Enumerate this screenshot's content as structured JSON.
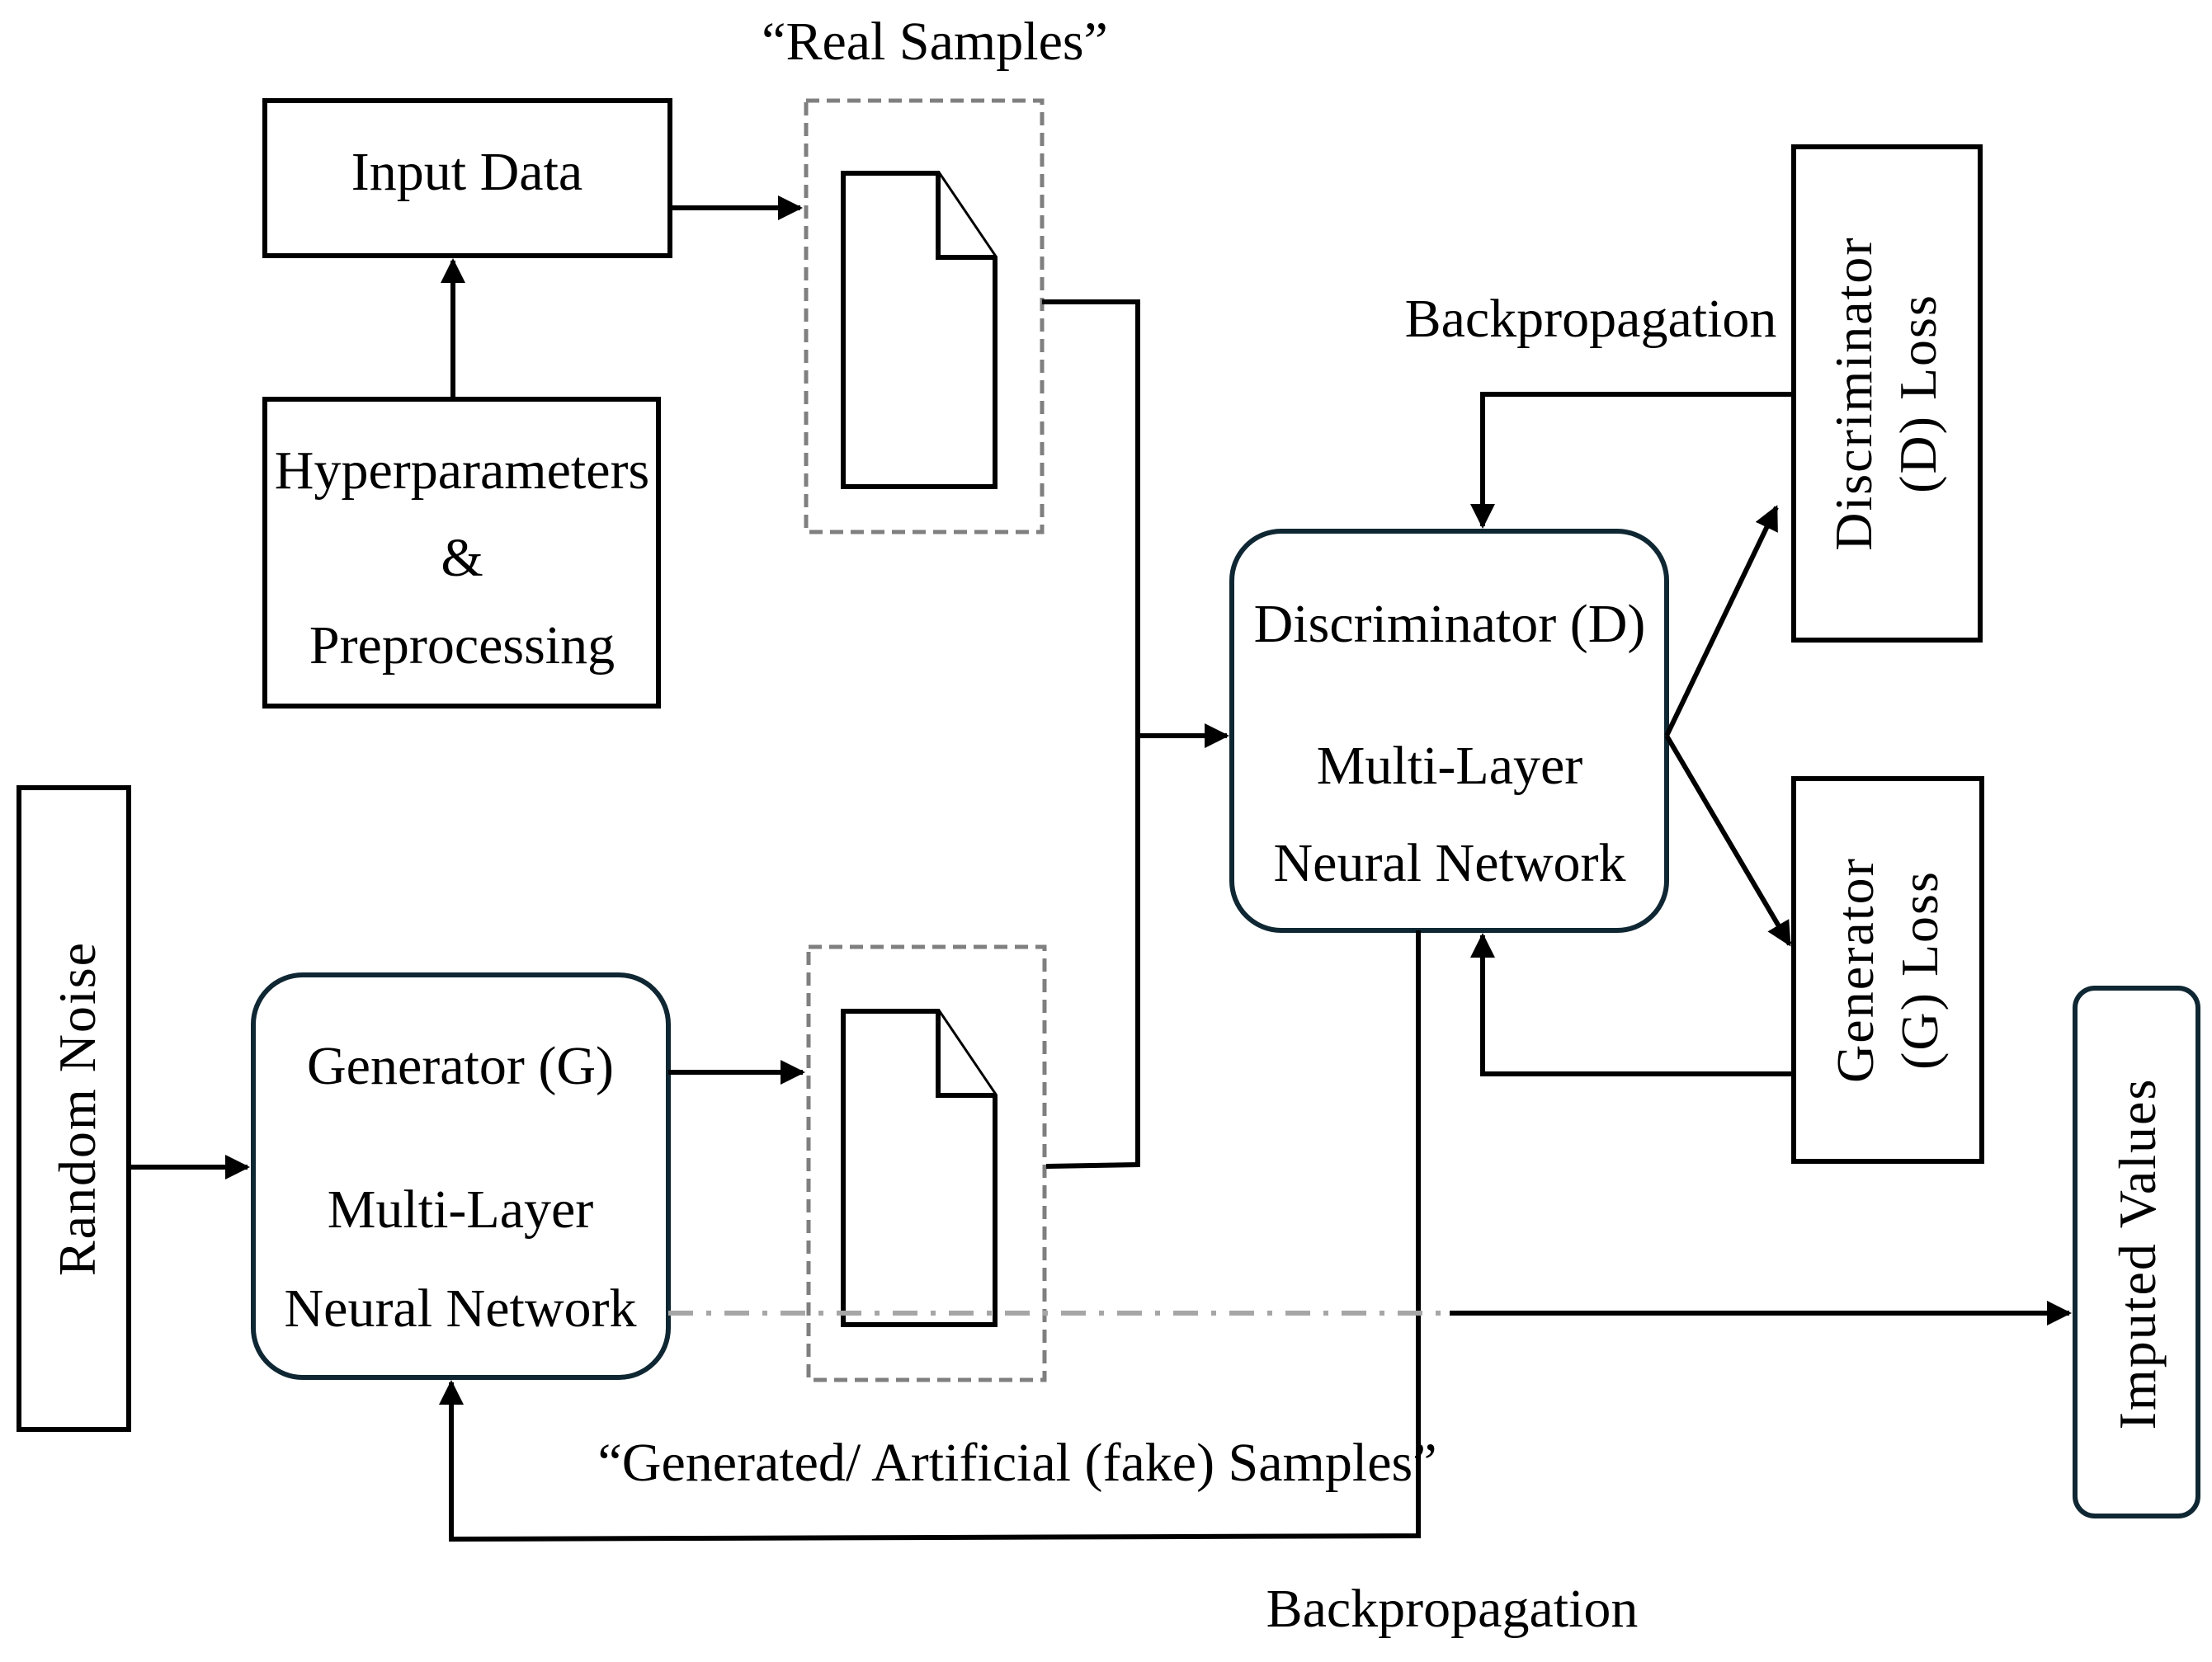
{
  "nodes": {
    "input_data": "Input Data",
    "hyperparameters": {
      "line1": "Hyperparameters",
      "line2": "&",
      "line3": "Preprocessing"
    },
    "real_samples": "“Real Samples”",
    "generated_samples": "“Generated/ Artificial (fake) Samples”",
    "random_noise": "Random Noise",
    "generator": {
      "title": "Generator (G)",
      "line1": "Multi-Layer",
      "line2": "Neural Network"
    },
    "discriminator": {
      "title": "Discriminator (D)",
      "line1": "Multi-Layer",
      "line2": "Neural Network"
    },
    "discriminator_loss": {
      "line1": "Discriminator",
      "line2": "(D) Loss"
    },
    "generator_loss": {
      "line1": "Generator",
      "line2": "(G) Loss"
    },
    "imputed_values": "Imputed Values"
  },
  "edges": {
    "backprop_top": "Backpropagation",
    "backprop_bottom": "Backpropagation"
  },
  "colors": {
    "stroke": "#000000",
    "rounded_border": "#0f2733",
    "dashed_frame": "#7f7f7f",
    "dash_dot_line": "#a6a6a6"
  }
}
